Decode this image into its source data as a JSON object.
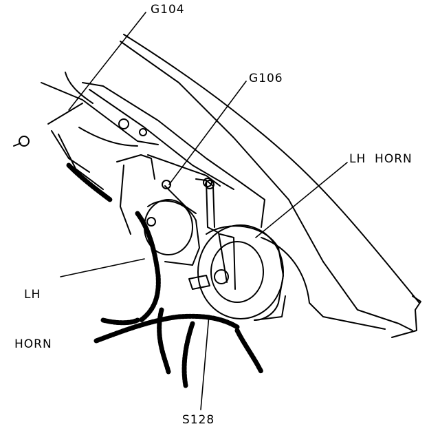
{
  "callouts": {
    "g104": "G104",
    "g106": "G106",
    "lh_horn_right": "LH  HORN",
    "lh_horn_left_line1": "LH",
    "lh_horn_left_line2": "HORN",
    "s128": "S128"
  },
  "style": {
    "ink": "#000000",
    "paper": "#ffffff"
  }
}
